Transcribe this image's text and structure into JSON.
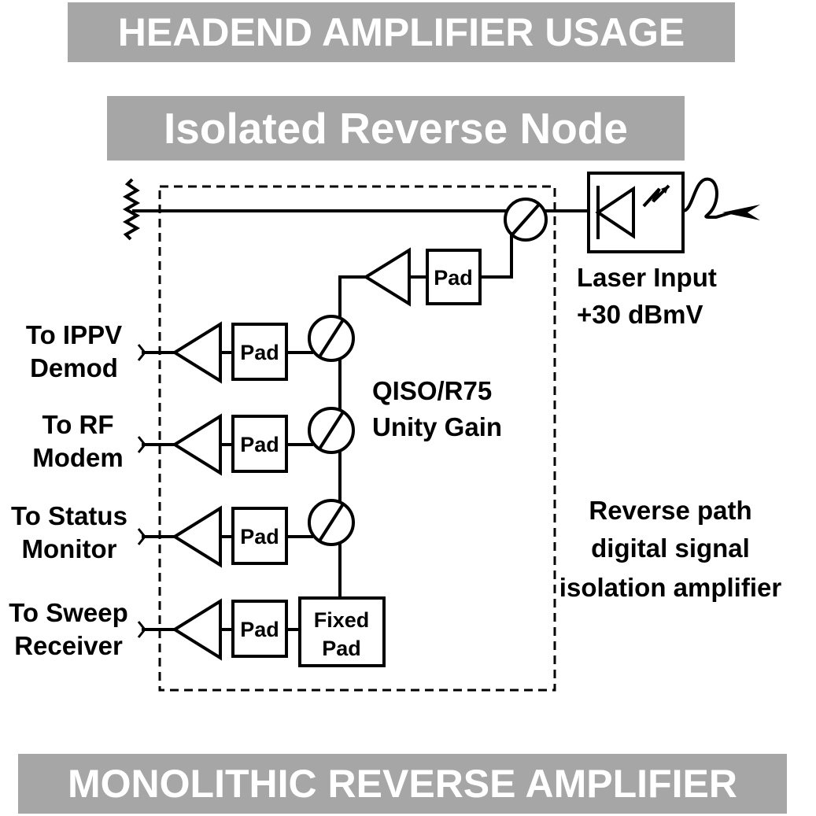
{
  "banners": {
    "top": "HEADEND AMPLIFIER USAGE",
    "middle": "Isolated Reverse Node",
    "bottom": "MONOLITHIC REVERSE AMPLIFIER"
  },
  "laser": {
    "line1": "Laser Input",
    "line2": "+30 dBmV"
  },
  "module": {
    "line1": "QISO/R75",
    "line2": "Unity Gain"
  },
  "description": {
    "line1": "Reverse path",
    "line2": "digital signal",
    "line3": "isolation amplifier"
  },
  "pad_label": "Pad",
  "fixed_pad": {
    "line1": "Fixed",
    "line2": "Pad"
  },
  "outputs": [
    {
      "line1": "To IPPV",
      "line2": "Demod"
    },
    {
      "line1": "To RF",
      "line2": "Modem"
    },
    {
      "line1": "To Status",
      "line2": "Monitor"
    },
    {
      "line1": "To Sweep",
      "line2": "Receiver"
    }
  ]
}
